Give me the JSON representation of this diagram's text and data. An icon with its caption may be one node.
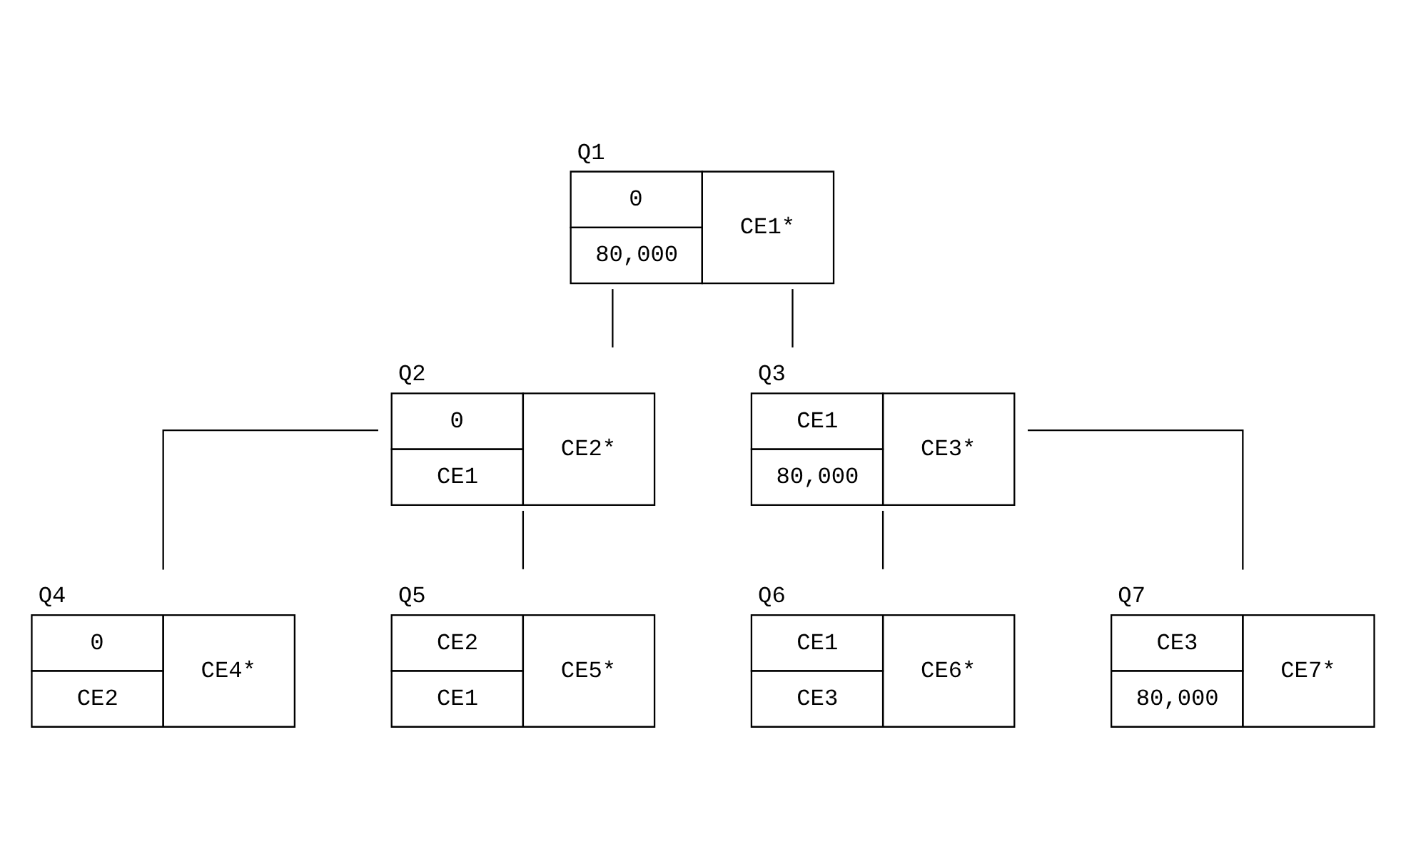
{
  "diagram": {
    "nodes": [
      {
        "text": [
          "0",
          "80,000",
          "CE1*"
        ],
        "beside": [
          "Q1"
        ]
      },
      {
        "text": [
          "0",
          "CE1",
          "CE2*"
        ],
        "beside": [
          "Q2"
        ]
      },
      {
        "text": [
          "CE1",
          "80,000",
          "CE3*"
        ],
        "beside": [
          "Q3"
        ]
      },
      {
        "text": [
          "0",
          "CE2",
          "CE4*"
        ],
        "beside": [
          "Q4"
        ]
      },
      {
        "text": [
          "CE2",
          "CE1",
          "CE5*"
        ],
        "beside": [
          "Q5"
        ]
      },
      {
        "text": [
          "CE1",
          "CE3",
          "CE6*"
        ],
        "beside": [
          "Q6"
        ]
      },
      {
        "text": [
          "CE3",
          "80,000",
          "CE7*"
        ],
        "beside": [
          "Q7"
        ]
      }
    ],
    "edges": [
      {
        "from": 0,
        "to": 1,
        "arrow": "none"
      },
      {
        "from": 0,
        "to": 2,
        "arrow": "none"
      },
      {
        "from": 1,
        "to": 3,
        "arrow": "none"
      },
      {
        "from": 1,
        "to": 4,
        "arrow": "none"
      },
      {
        "from": 2,
        "to": 5,
        "arrow": "none"
      },
      {
        "from": 2,
        "to": 6,
        "arrow": "none"
      }
    ]
  }
}
